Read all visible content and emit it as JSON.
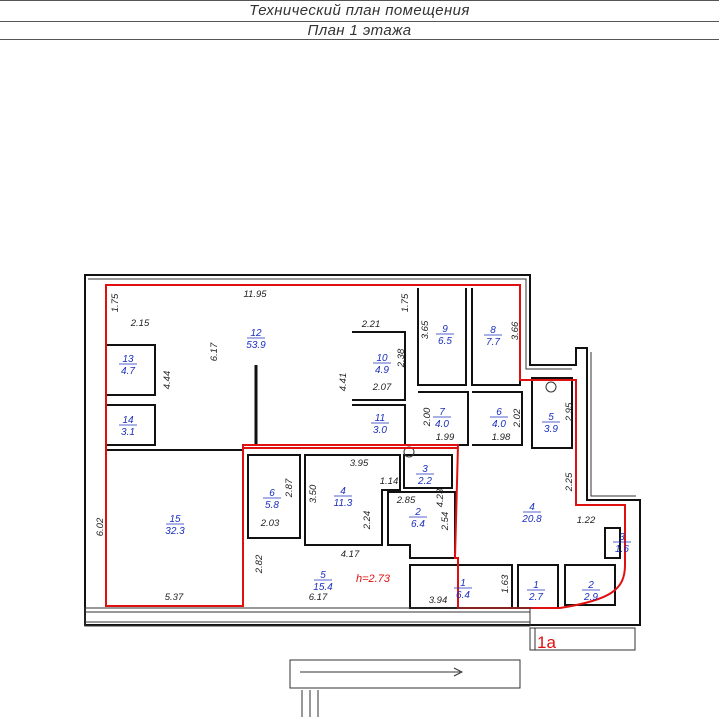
{
  "header": {
    "title": "Технический план помещения",
    "subtitle": "План 1 этажа"
  },
  "plan": {
    "height_label": "h=2.73",
    "entrance_label": "1а",
    "rooms": [
      {
        "id": "r1",
        "num": "1",
        "area": "6.4"
      },
      {
        "id": "r2",
        "num": "2",
        "area": "6.4"
      },
      {
        "id": "r3",
        "num": "3",
        "area": "2.2"
      },
      {
        "id": "r4",
        "num": "4",
        "area": "11.3"
      },
      {
        "id": "r5",
        "num": "5",
        "area": "15.4"
      },
      {
        "id": "r6",
        "num": "6",
        "area": "5.8"
      },
      {
        "id": "r15",
        "num": "15",
        "area": "32.3"
      },
      {
        "id": "r14",
        "num": "14",
        "area": "3.1"
      },
      {
        "id": "r13",
        "num": "13",
        "area": "4.7"
      },
      {
        "id": "r12",
        "num": "12",
        "area": "53.9"
      },
      {
        "id": "r10",
        "num": "10",
        "area": "4.9"
      },
      {
        "id": "r11",
        "num": "11",
        "area": "3.0"
      },
      {
        "id": "r9",
        "num": "9",
        "area": "6.5"
      },
      {
        "id": "r8",
        "num": "8",
        "area": "7.7"
      },
      {
        "id": "r7b",
        "num": "7",
        "area": "4.0"
      },
      {
        "id": "r6b",
        "num": "6",
        "area": "4.0"
      },
      {
        "id": "r5b",
        "num": "5",
        "area": "3.9"
      },
      {
        "id": "r4b",
        "num": "4",
        "area": "20.8"
      },
      {
        "id": "r3b",
        "num": "3",
        "area": "1.6"
      },
      {
        "id": "r1b",
        "num": "1",
        "area": "2.7"
      },
      {
        "id": "r2b",
        "num": "2",
        "area": "2.9"
      }
    ],
    "dims": [
      "11.95",
      "1.75",
      "2.15",
      "6.17",
      "4.44",
      "1.75",
      "2.21",
      "3.65",
      "3.66",
      "2.38",
      "4.41",
      "2.07",
      "2.00",
      "2.02",
      "1.99",
      "1.98",
      "2.95",
      "3.95",
      "1.14",
      "2.87",
      "3.50",
      "2.03",
      "2.85",
      "2.24",
      "2.54",
      "4.23",
      "2.25",
      "1.22",
      "4.17",
      "2.82",
      "6.17",
      "3.94",
      "1.63",
      "6.02",
      "5.37"
    ]
  }
}
